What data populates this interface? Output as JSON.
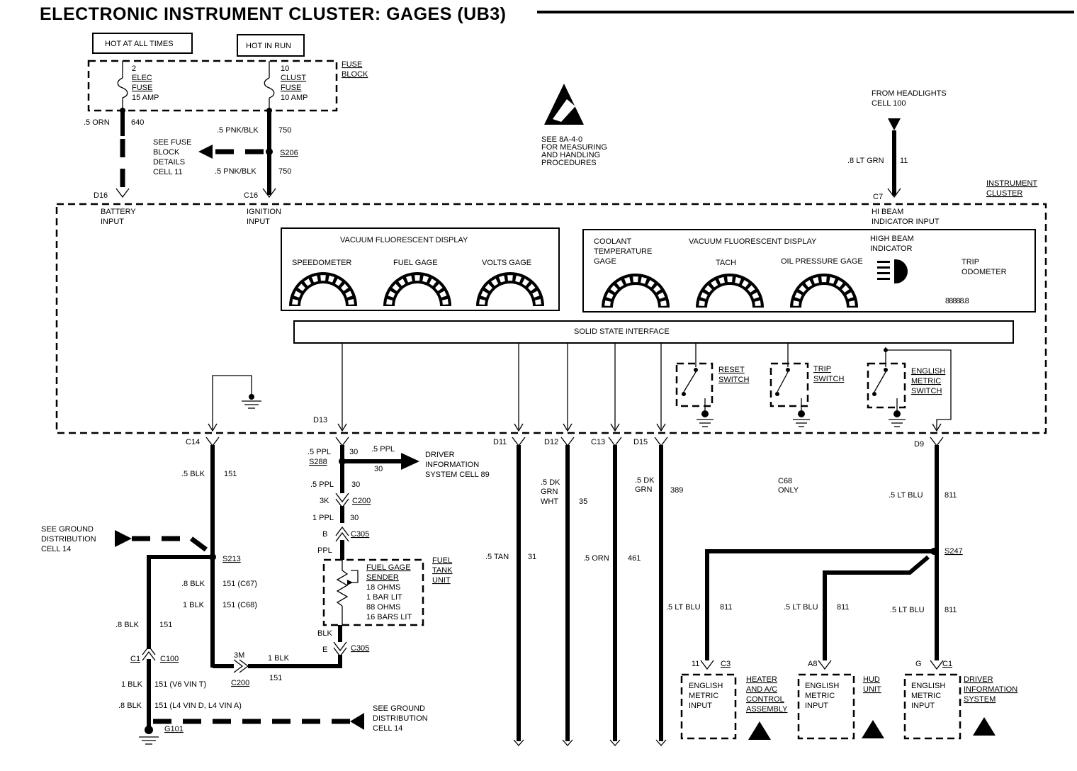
{
  "title": "ELECTRONIC INSTRUMENT CLUSTER: GAGES (UB3)",
  "power": {
    "hot_at_all_times": "HOT AT ALL TIMES",
    "hot_in_run": "HOT IN RUN",
    "fuse_block": [
      "FUSE",
      "BLOCK"
    ],
    "fuse2": [
      "2",
      "ELEC",
      "FUSE",
      "15 AMP"
    ],
    "fuse10": [
      "10",
      "CLUST",
      "FUSE",
      "10 AMP"
    ]
  },
  "wires_top": {
    "orn_gauge": ".5 ORN",
    "orn_circuit": "640",
    "pnk1_gauge": ".5 PNK/BLK",
    "pnk1_circuit": "750",
    "pnk2_gauge": ".5 PNK/BLK",
    "pnk2_circuit": "750",
    "splice_s206": "S206",
    "see_fuse": [
      "SEE FUSE",
      "BLOCK",
      "DETAILS",
      "CELL 11"
    ],
    "d16": "D16",
    "c16": "C16",
    "battery_input": [
      "BATTERY",
      "INPUT"
    ],
    "ignition_input": [
      "IGNITION",
      "INPUT"
    ]
  },
  "esd_note": [
    "SEE 8A-4-0",
    "FOR MEASURING",
    "AND HANDLING",
    "PROCEDURES"
  ],
  "headlights": {
    "from": [
      "FROM HEADLIGHTS",
      "CELL 100"
    ],
    "gauge": ".8 LT GRN",
    "circuit": "11",
    "c7": "C7",
    "hi_beam_input": [
      "HI BEAM",
      "INDICATOR INPUT"
    ]
  },
  "cluster_label": [
    "INSTRUMENT",
    "CLUSTER"
  ],
  "display_left": {
    "title": "VACUUM FLUORESCENT DISPLAY",
    "gauges": [
      "SPEEDOMETER",
      "FUEL GAGE",
      "VOLTS GAGE"
    ]
  },
  "display_right": {
    "title": "VACUUM FLUORESCENT DISPLAY",
    "coolant": [
      "COOLANT",
      "TEMPERATURE",
      "GAGE"
    ],
    "tach": "TACH",
    "oil": "OIL PRESSURE GAGE",
    "high_beam": [
      "HIGH BEAM",
      "INDICATOR"
    ],
    "trip": [
      "TRIP",
      "ODOMETER"
    ],
    "odometer_digits": "88888.8"
  },
  "interface": "SOLID STATE INTERFACE",
  "switches": {
    "reset": [
      "RESET",
      "SWITCH"
    ],
    "trip": [
      "TRIP",
      "SWITCH"
    ],
    "english": [
      "ENGLISH",
      "METRIC",
      "SWITCH"
    ]
  },
  "pins": {
    "c14": "C14",
    "d13": "D13",
    "d11": "D11",
    "d12": "D12",
    "c13": "C13",
    "d15": "D15",
    "d9": "D9"
  },
  "ground_circuit": {
    "w1_gauge": ".5 BLK",
    "w1_circuit": "151",
    "see_ground_1": [
      "SEE GROUND",
      "DISTRIBUTION",
      "CELL 14"
    ],
    "s213": "S213",
    "w2_gauge": ".8 BLK",
    "w2_circuit": "151 (C67)",
    "w3_gauge": "1 BLK",
    "w3_circuit": "151 (C68)",
    "w4_gauge": ".8 BLK",
    "w4_circuit": "151",
    "c1": "C1",
    "c100": "C100",
    "w5_gauge": "1 BLK",
    "w5_circuit": "151 (V6 VIN T)",
    "w6_gauge": ".8 BLK",
    "w6_circuit": "151 (L4 VIN D, L4 VIN A)",
    "g101": "G101",
    "see_ground_2": [
      "SEE GROUND",
      "DISTRIBUTION",
      "CELL 14"
    ],
    "m3": "3M",
    "c200": "C200",
    "w7_gauge": "1 BLK",
    "w7_circuit": "151"
  },
  "fuel_circuit": {
    "ppl_gauge": ".5 PPL",
    "ppl_circuit": "30",
    "s288": "S288",
    "ppl_out_gauge": ".5 PPL",
    "ppl_out_circuit": "30",
    "driver_info": [
      "DRIVER",
      "INFORMATION",
      "SYSTEM CELL 89"
    ],
    "ppl2_gauge": ".5 PPL",
    "ppl2_circuit": "30",
    "k3": "3K",
    "c200": "C200",
    "ppl3_gauge": "1 PPL",
    "ppl3_circuit": "30",
    "b": "B",
    "c305a": "C305",
    "ppl_label": "PPL",
    "sender": [
      "FUEL GAGE",
      "SENDER",
      "18 OHMS",
      "1 BAR LIT",
      "88 OHMS",
      "16 BARS LIT"
    ],
    "tank_unit": [
      "FUEL",
      "TANK",
      "UNIT"
    ],
    "blk": "BLK",
    "e": "E",
    "c305b": "C305"
  },
  "right_wires": {
    "tan_gauge": ".5 TAN",
    "tan_circuit": "31",
    "dkgrn_gauge": [
      ".5 DK",
      "GRN",
      "WHT"
    ],
    "dkgrn_circuit": "35",
    "orn_gauge": ".5 ORN",
    "orn_circuit": "461",
    "dkgrn2_gauge": [
      ".5 DK",
      "GRN"
    ],
    "dkgrn2_circuit": "389",
    "c68_only": [
      "C68",
      "ONLY"
    ],
    "ltblu_gauge": ".5 LT BLU",
    "ltblu_circuit": "811",
    "s247": "S247",
    "b1_gauge": ".5 LT BLU",
    "b1_circuit": "811",
    "b2_gauge": ".5 LT BLU",
    "b2_circuit": "811",
    "b3_gauge": ".5 LT BLU",
    "b3_circuit": "811"
  },
  "outputs": [
    {
      "pin": "11",
      "conn": "C3",
      "input": [
        "ENGLISH",
        "METRIC",
        "INPUT"
      ],
      "name": [
        "HEATER",
        "AND A/C",
        "CONTROL",
        "ASSEMBLY"
      ]
    },
    {
      "pin": "A8",
      "conn": "",
      "input": [
        "ENGLISH",
        "METRIC",
        "INPUT"
      ],
      "name": [
        "HUD",
        "UNIT"
      ]
    },
    {
      "pin": "G",
      "conn": "C1",
      "input": [
        "ENGLISH",
        "METRIC",
        "INPUT"
      ],
      "name": [
        "DRIVER",
        "INFORMATION",
        "SYSTEM"
      ]
    }
  ]
}
